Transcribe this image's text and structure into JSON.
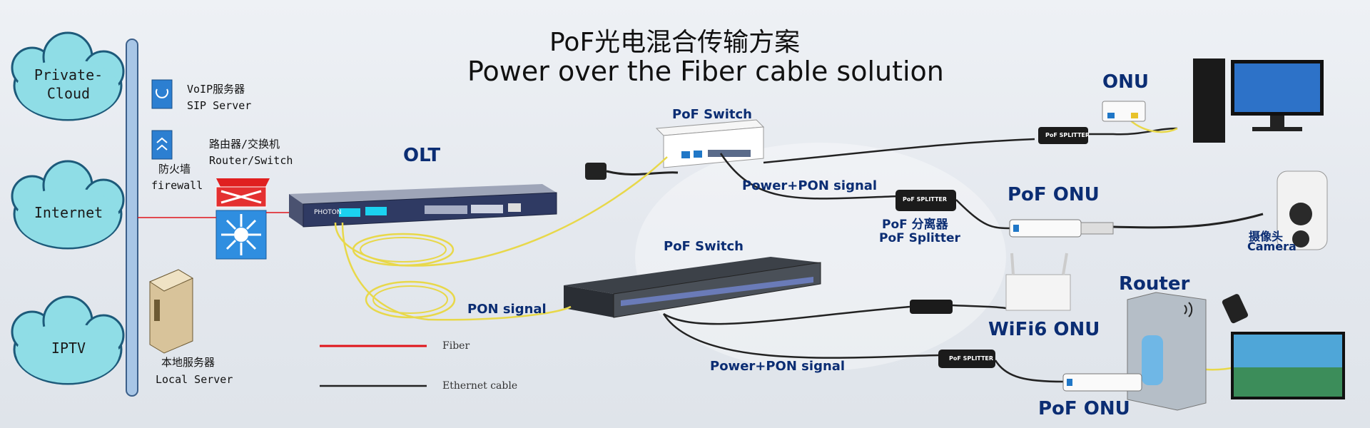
{
  "title": {
    "cn": "PoF光电混合传输方案",
    "en": "Power over the Fiber cable solution"
  },
  "clouds": [
    {
      "label": "Private-\nCloud"
    },
    {
      "label": "Internet"
    },
    {
      "label": "IPTV"
    }
  ],
  "servers": {
    "voip_cn": "VoIP服务器",
    "voip_en": "SIP Server",
    "firewall_cn": "防火墙",
    "firewall_en": "firewall",
    "router_cn": "路由器/交换机",
    "router_en": "Router/Switch",
    "local_cn": "本地服务器",
    "local_en": "Local Server"
  },
  "devices": {
    "olt": "OLT",
    "olt_brand": "PHOTON",
    "pof_switch_top": "PoF Switch",
    "pof_switch_mid": "PoF Switch",
    "onu_top": "ONU",
    "pof_onu_1": "PoF ONU",
    "pof_splitter_cn": "PoF 分离器",
    "pof_splitter_en": "PoF Splitter",
    "camera_cn": "摄像头",
    "camera_en": "Camera",
    "router": "Router",
    "wifi6_onu": "WiFi6 ONU",
    "pof_onu_2": "PoF ONU",
    "splitter_box_label": "PoF SPLITTER"
  },
  "signals": {
    "power_pon_1": "Power+PON signal",
    "power_pon_2": "Power+PON signal",
    "pon_signal": "PON signal"
  },
  "legend": {
    "fiber": "Fiber",
    "ethernet": "Ethernet cable",
    "fiber_color": "#e0141a",
    "ethernet_color": "#222222"
  },
  "colors": {
    "label_blue": "#0b2d73",
    "fiber_yellow": "#e8d84a",
    "cloud": "#8fdde6"
  }
}
